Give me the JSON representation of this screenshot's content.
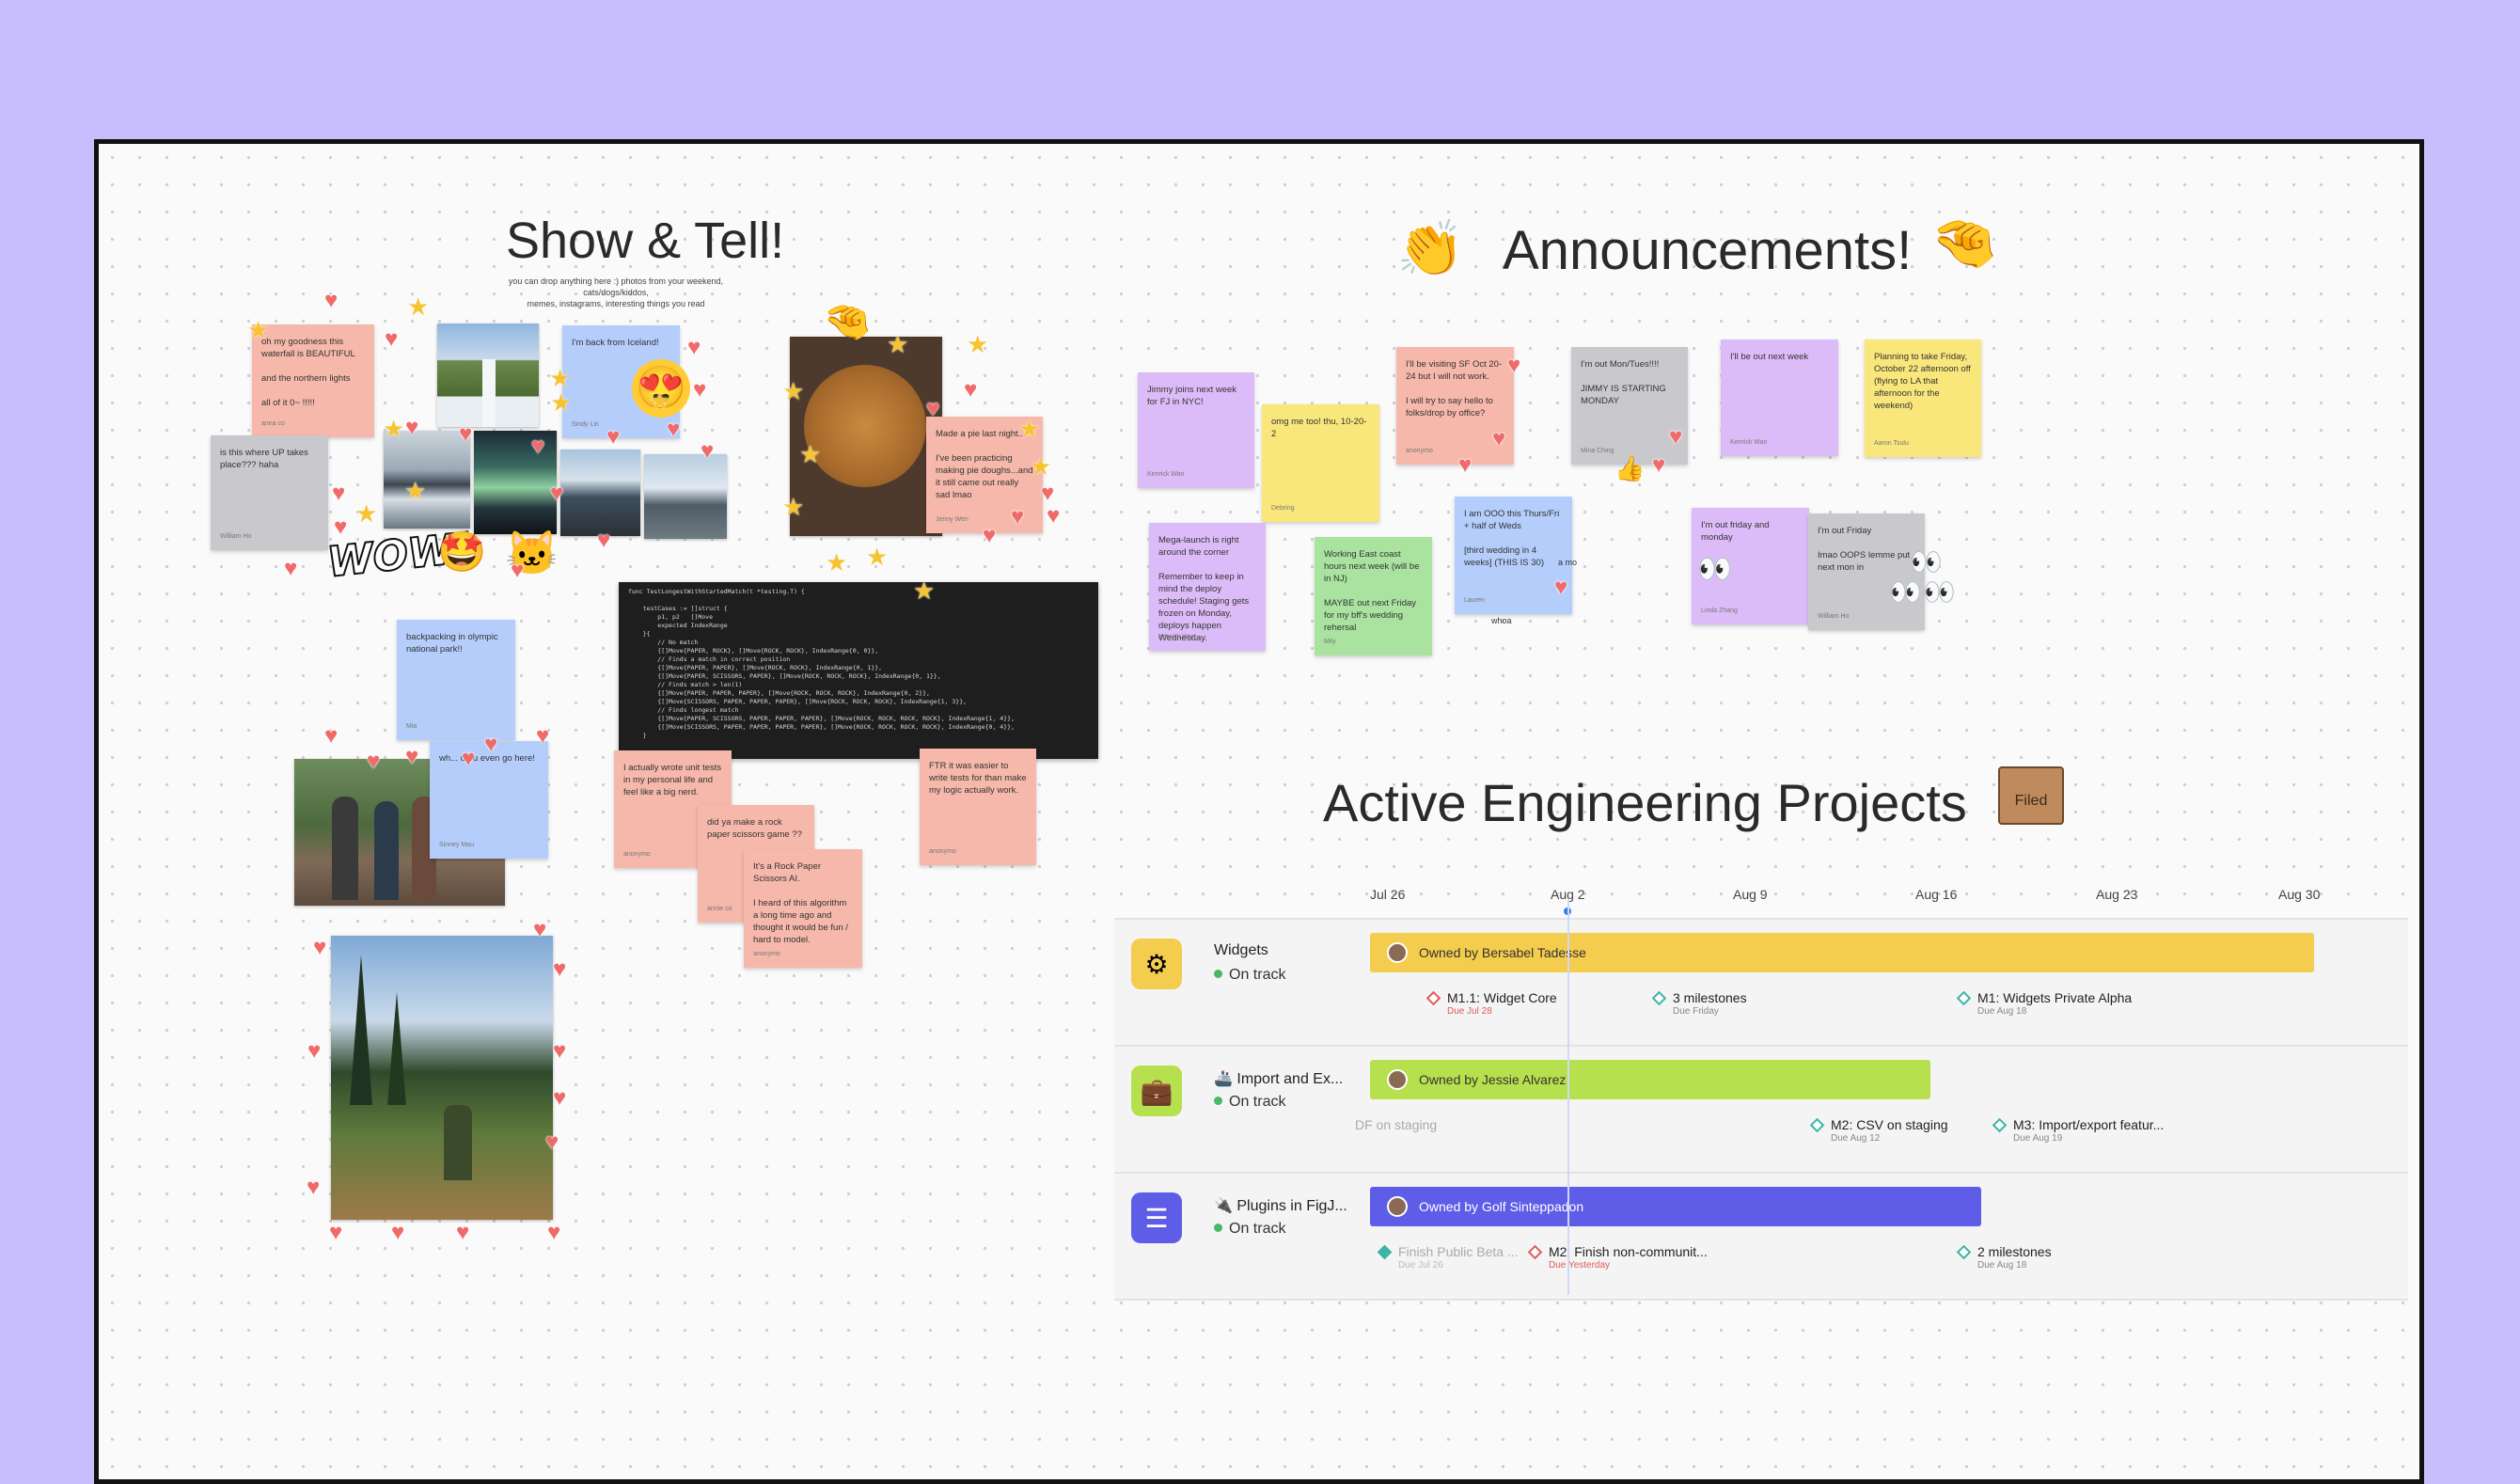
{
  "show_tell": {
    "title": "Show & Tell!",
    "subtitle_line1": "you can drop anything here :) photos from your weekend, cats/dogs/kiddos,",
    "subtitle_line2": "memes, instagrams, interesting things you read",
    "sticker_wow": "WOW!"
  },
  "announcements": {
    "title": "Announcements!"
  },
  "projects": {
    "title": "Active Engineering Projects",
    "sticker": "Filed"
  },
  "show_stickies": [
    {
      "text": "oh my goodness this waterfall is BEAUTIFUL\n\nand the northern lights\n\nall of it 0~ !!!!!",
      "author": "anna co"
    },
    {
      "text": "is this where UP takes place??? haha",
      "author": "William Ho"
    },
    {
      "text": "I'm back from Iceland!",
      "author": "Sindy Lin"
    },
    {
      "text": "Made a pie last night...\n\nI've been practicing making pie doughs...and it still came out really sad lmao",
      "author": "Jenny Wen"
    },
    {
      "text": "backpacking in olympic national park!!",
      "author": "Mia"
    },
    {
      "text": "wh... do u even go here!",
      "author": "Sinney Mau"
    },
    {
      "text": "I actually wrote unit tests in my personal life and feel like a big nerd.",
      "author": "anonymo"
    },
    {
      "text": "did ya make a rock paper scissors game ??",
      "author": "annie co"
    },
    {
      "text": "It's a Rock Paper Scissors AI.\n\nI heard of this algorithm a long time ago and thought it would be fun / hard to model.",
      "author": "anonymo"
    },
    {
      "text": "FTR it was easier to write tests for than make my logic actually work.",
      "author": "anonymo"
    }
  ],
  "ann_stickies": [
    {
      "text": "Jimmy joins next week for FJ in NYC!",
      "author": "Kenrick Wan"
    },
    {
      "text": "omg me too! thu, 10-20-2",
      "author": "Debring"
    },
    {
      "text": "I'll be visiting SF Oct 20-24 but I will not work.\n\nI will try to say hello to folks/drop by office?",
      "author": "anonymo"
    },
    {
      "text": "I'm out Mon/Tues!!!!\n\nJIMMY IS STARTING MONDAY",
      "author": "Mina Ching"
    },
    {
      "text": "I'll be out next week",
      "author": "Kenrick Wan"
    },
    {
      "text": "Planning to take Friday, October 22 afternoon off (flying to LA that afternoon for the weekend)",
      "author": "Aaron Tsulu"
    },
    {
      "text": "Mega-launch is right around the corner\n\nRemember to keep in mind the deploy schedule! Staging gets frozen on Monday, deploys happen Wednesday.",
      "author": "Kenrick Wan"
    },
    {
      "text": "Working East coast hours next week (will be in NJ)\n\nMAYBE out next Friday for my bff's wedding rehersal",
      "author": "Mily"
    },
    {
      "text": "I am OOO this Thurs/Fri + half of Weds\n\n[third wedding in 4 weeks] (THIS IS 30)",
      "author": "Lauren"
    },
    {
      "text": "I'm out friday and monday",
      "author": "Linda Zhang"
    },
    {
      "text": "I'm out Friday\n\nImao OOPS lemme put next mon in",
      "author": "William Ho"
    }
  ],
  "ann_misc": {
    "whoa": "whoa",
    "amo": "a mo"
  },
  "code_text": "func TestLongestWithStartedMatch(t *testing.T) {\n\n    testCases := []struct {\n        p1, p2   []Move\n        expected IndexRange\n    }{\n        // No match\n        {[]Move{PAPER, ROCK}, []Move{ROCK, ROCK}, IndexRange{0, 0}},\n        // Finds a match in correct position\n        {[]Move{PAPER, PAPER}, []Move{ROCK, ROCK}, IndexRange{0, 1}},\n        {[]Move{PAPER, SCISSORS, PAPER}, []Move{ROCK, ROCK, ROCK}, IndexRange{0, 1}},\n        // Finds match > len(1)\n        {[]Move{PAPER, PAPER, PAPER}, []Move{ROCK, ROCK, ROCK}, IndexRange{0, 2}},\n        {[]Move{SCISSORS, PAPER, PAPER, PAPER}, []Move{ROCK, ROCK, ROCK}, IndexRange{1, 3}},\n        // Finds longest match\n        {[]Move{PAPER, SCISSORS, PAPER, PAPER, PAPER}, []Move{ROCK, ROCK, ROCK, ROCK}, IndexRange{1, 4}},\n        {[]Move{SCISSORS, PAPER, PAPER, PAPER, PAPER}, []Move{ROCK, ROCK, ROCK, ROCK}, IndexRange{0, 4}},\n    }",
  "timeline": {
    "dates": [
      "Jul 26",
      "Aug 2",
      "Aug 9",
      "Aug 16",
      "Aug 23",
      "Aug 30"
    ],
    "projects": [
      {
        "name": "Widgets",
        "status": "On track",
        "icon": "gear-icon",
        "color": "#f4cc4e",
        "owner": "Owned by Bersabel Tadesse",
        "milestones": [
          {
            "title": "M1.1: Widget Core",
            "due": "Due Jul 28"
          },
          {
            "title": "3 milestones",
            "due": "Due Friday"
          },
          {
            "title": "M1: Widgets Private Alpha",
            "due": "Due Aug 18"
          }
        ]
      },
      {
        "name": "🚢 Import and Ex...",
        "status": "On track",
        "icon": "briefcase-icon",
        "color": "#b7e04e",
        "owner": "Owned by Jessie Alvarez",
        "milestones": [
          {
            "title": "DF on staging",
            "due": ""
          },
          {
            "title": "M2: CSV on staging",
            "due": "Due Aug 12"
          },
          {
            "title": "M3: Import/export featur...",
            "due": "Due Aug 19"
          }
        ]
      },
      {
        "name": "🔌 Plugins in FigJ...",
        "status": "On track",
        "icon": "list-icon",
        "color": "#5d5de8",
        "owner": "Owned by Golf Sinteppadon",
        "milestones": [
          {
            "title": "Finish Public Beta ...",
            "due": "Due Jul 26"
          },
          {
            "title": "M2: Finish non-communit...",
            "due": "Due Yesterday"
          },
          {
            "title": "2 milestones",
            "due": "Due Aug 18"
          }
        ]
      }
    ]
  },
  "colors": {
    "background": "#c8bdfd",
    "board": "#fafafa",
    "heart": "#f06a6a",
    "star": "#f6c431"
  }
}
